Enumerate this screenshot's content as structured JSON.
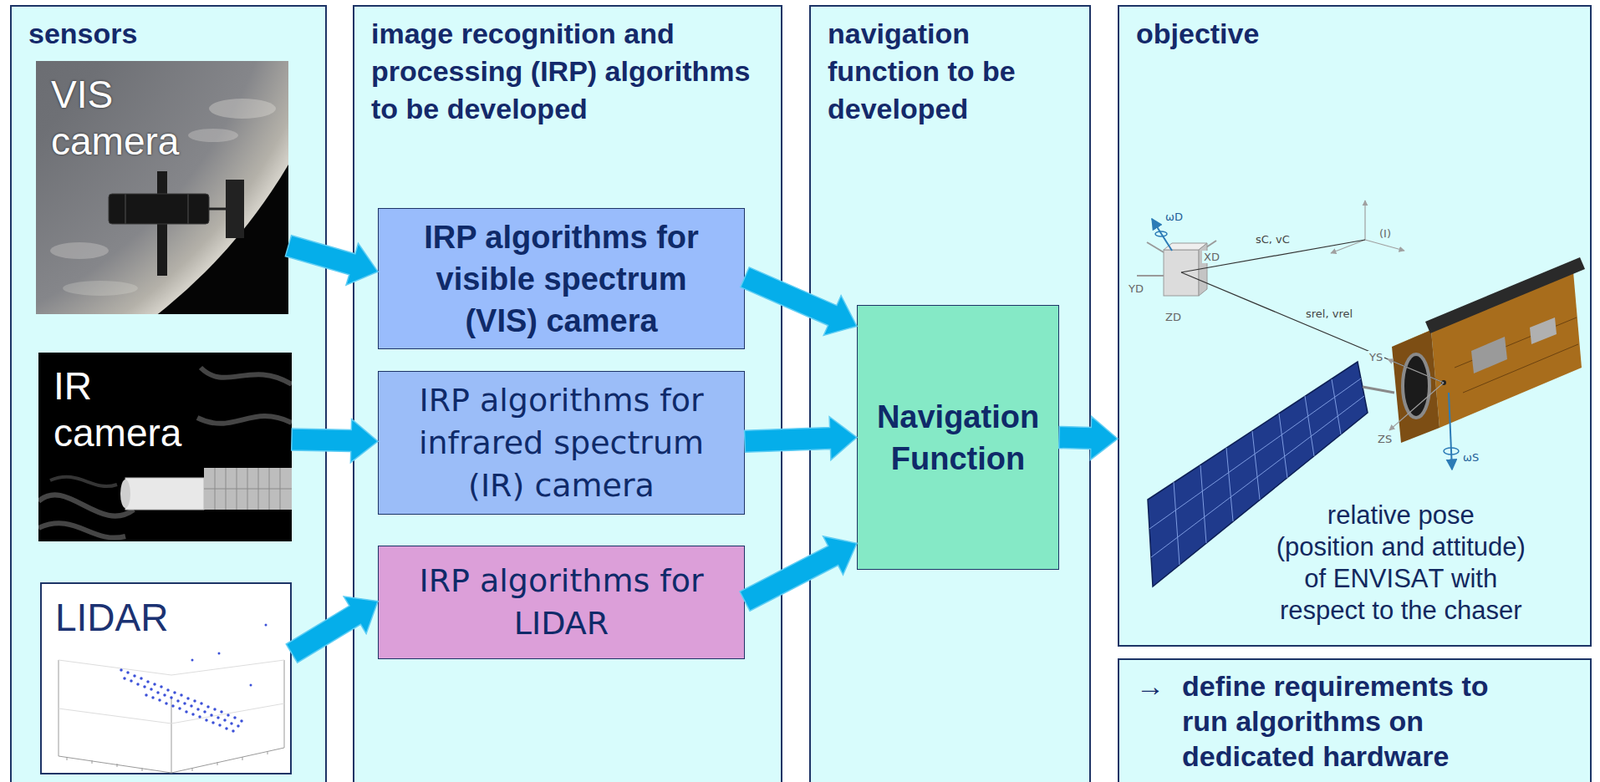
{
  "diagram": {
    "nodes": [
      {
        "text": [
          "sensors"
        ]
      },
      {
        "text": [
          "VIS camera"
        ],
        "in": 0
      },
      {
        "text": [
          "IR camera"
        ],
        "in": 0
      },
      {
        "text": [
          "LIDAR"
        ],
        "in": 0
      },
      {
        "text": [
          "image recognition and processing (IRP) algorithms to be developed"
        ]
      },
      {
        "text": [
          "IRP algorithms for visible spectrum (VIS) camera"
        ],
        "in": 4
      },
      {
        "text": [
          "IRP algorithms for infrared spectrum (IR) camera"
        ],
        "in": 4
      },
      {
        "text": [
          "IRP algorithms for LIDAR"
        ],
        "in": 4
      },
      {
        "text": [
          "navigation function to be developed"
        ]
      },
      {
        "text": [
          "Navigation Function"
        ],
        "in": 8
      },
      {
        "text": [
          "objective",
          "relative pose (position and attitude) of ENVISAT with respect to the chaser"
        ]
      },
      {
        "text": [
          "→",
          "define requirements to run algorithms on dedicated hardware"
        ]
      }
    ],
    "edges": [
      {
        "from": 1,
        "to": 5,
        "arrow": "to"
      },
      {
        "from": 2,
        "to": 6,
        "arrow": "to"
      },
      {
        "from": 3,
        "to": 7,
        "arrow": "to"
      },
      {
        "from": 5,
        "to": 9,
        "arrow": "to"
      },
      {
        "from": 6,
        "to": 9,
        "arrow": "to"
      },
      {
        "from": 7,
        "to": 9,
        "arrow": "to"
      },
      {
        "from": 9,
        "to": 10,
        "arrow": "to"
      }
    ],
    "labels": [
      "ωD",
      "sC, vC",
      "(I)",
      "XD",
      "YD",
      "ZD",
      "srel, vrel",
      "YS",
      "ZS",
      "ωS"
    ]
  }
}
